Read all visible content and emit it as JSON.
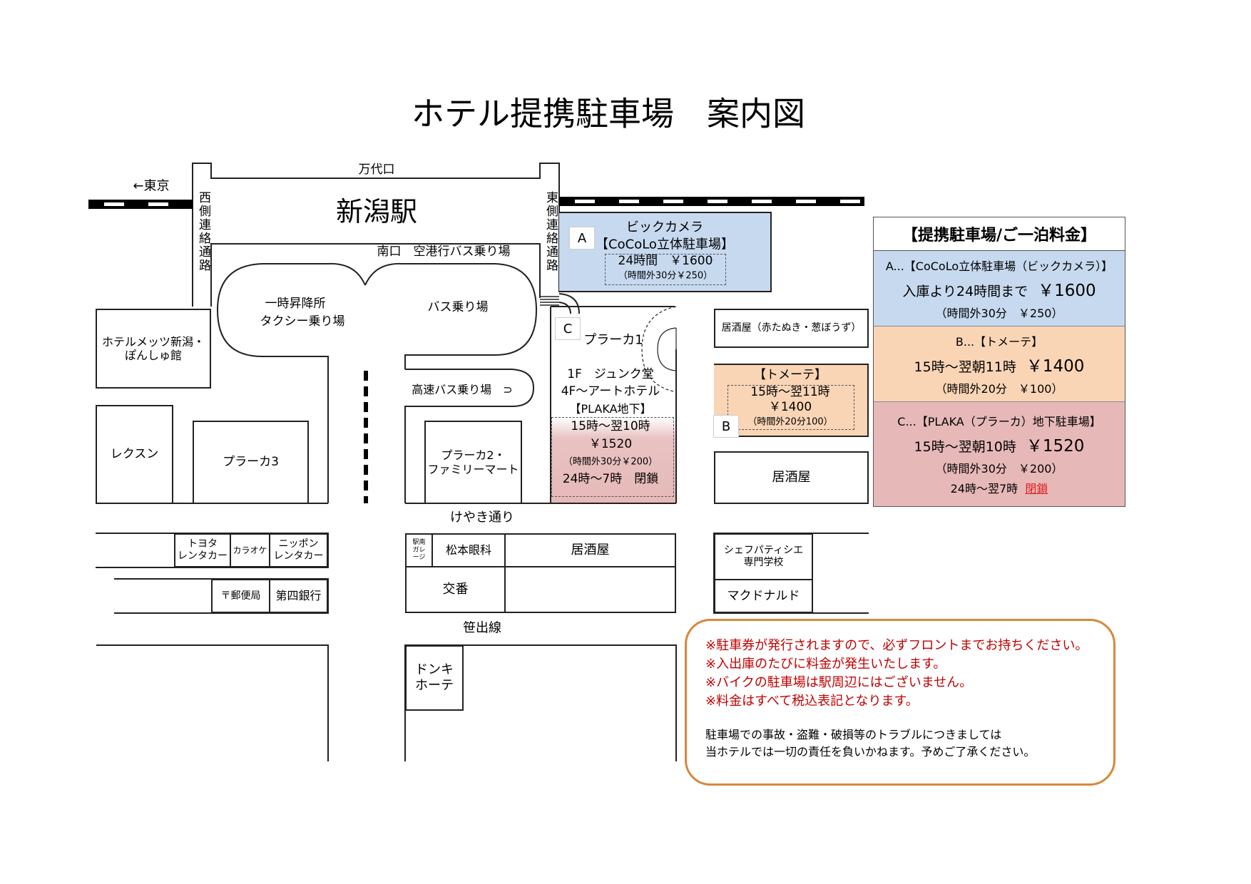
{
  "title": "ホテル提携駐車場　案内図",
  "direction_label": "←東京",
  "station": {
    "name": "新潟駅",
    "north_exit": "万代口",
    "south_exit": "南口　空港行バス乗り場",
    "west_passage": "西側連絡通路",
    "east_passage": "東側連絡通路"
  },
  "areas": {
    "taxi": [
      "一時昇降所",
      "タクシー乗り場"
    ],
    "bus": "バス乗り場",
    "highway_bus": "高速バス乗り場　⊃"
  },
  "buildings": {
    "hotel": [
      "ホテルメッツ新潟・",
      "ぽんしゅ館"
    ],
    "lexon": "レクスン",
    "plaka3": "プラーカ3",
    "plaka2": [
      "プラーカ2・",
      "ファミリーマート"
    ],
    "izakaya_akatanuki": "居酒屋（赤たぬき・葱ぼうず）",
    "izakaya": "居酒屋",
    "toyota": [
      "トヨタ",
      "レンタカー"
    ],
    "karaoke": "カラオケ",
    "nippon": [
      "ニッポン",
      "レンタカー"
    ],
    "post_office": "〒郵便局",
    "daishi_bank": "第四銀行",
    "ekinan_garage": [
      "駅南",
      "ガレ",
      "ージ"
    ],
    "matsumoto": "松本眼科",
    "izakaya2": "居酒屋",
    "koban": "交番",
    "chef_school": [
      "シェフパティシエ",
      "専門学校"
    ],
    "mcdonalds": "マクドナルド",
    "donki": [
      "ドンキ",
      "ホーテ"
    ]
  },
  "streets": {
    "keyaki": "けやき通り",
    "sasade": "笹出線"
  },
  "parking_map": {
    "A": {
      "tag": "A",
      "name": "ビックカメラ",
      "lot": "【CoCoLo立体駐車場】",
      "hours_price": "24時間　￥1600",
      "extra": "（時間外30分￥250）"
    },
    "B": {
      "tag": "B",
      "lot": "【トメーテ】",
      "hours": "15時～翌11時",
      "price": "￥1400",
      "extra": "（時間外20分100）"
    },
    "C": {
      "tag": "C",
      "name": "プラーカ1",
      "floor1": "1F　ジュンク堂",
      "floor4": "4F～アートホテル",
      "lot": "【PLAKA地下】",
      "hours": "15時～翌10時",
      "price": "￥1520",
      "extra": "（時間外30分￥200）",
      "closed": "24時～7時　閉鎖"
    }
  },
  "legend": {
    "title": "【提携駐車場/ご一泊料金】",
    "colors": {
      "A": "#c6d9ef",
      "B": "#f9d5b6",
      "C": "#e6b9b8"
    },
    "items": [
      {
        "key": "A",
        "name": "A...【CoCoLo立体駐車場（ビックカメラ）】",
        "hours": "入庫より24時間まで",
        "price": "￥1600",
        "extra": "（時間外30分　￥250）"
      },
      {
        "key": "B",
        "name": "B...【トメーテ】",
        "hours": "15時～翌朝11時",
        "price": "￥1400",
        "extra": "（時間外20分　￥100）"
      },
      {
        "key": "C",
        "name": "C...【PLAKA（プラーカ）地下駐車場】",
        "hours": "15時～翌朝10時",
        "price": "￥1520",
        "extra": "（時間外30分　￥200）",
        "closed_hours": "24時～翌7時",
        "closed_label": "閉鎖"
      }
    ]
  },
  "notice": {
    "warnings": [
      "※駐車券が発行されますので、必ずフロントまでお持ちください。",
      "※入出庫のたびに料金が発生いたします。",
      "※バイクの駐車場は駅周辺にはございません。",
      "※料金はすべて税込表記となります。"
    ],
    "disclaimer": [
      "駐車場での事故・盗難・破損等のトラブルにつきましては",
      "当ホテルでは一切の責任を負いかねます。予めご了承ください。"
    ],
    "border_color": "#d9873a",
    "warning_color": "#c00000"
  }
}
